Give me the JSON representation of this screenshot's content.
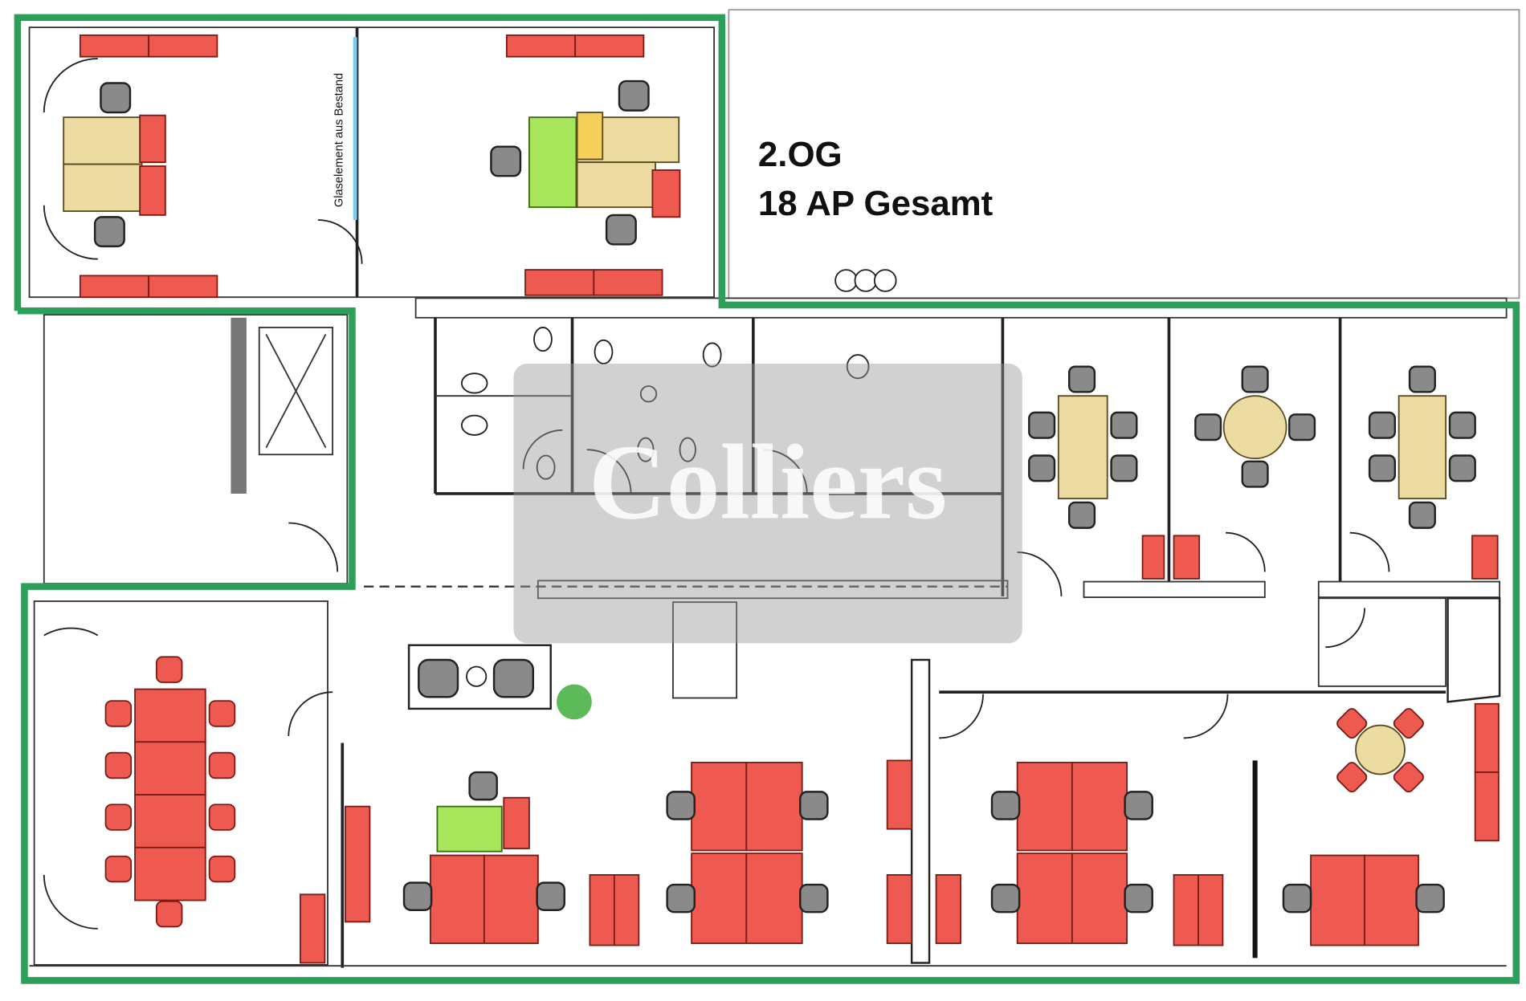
{
  "plan": {
    "floor_label": "2.OG",
    "workplaces_label": "18 AP Gesamt",
    "glass_note": "Glaselement aus Bestand",
    "watermark": "Colliers"
  },
  "colors": {
    "outline": "#2e9e5b",
    "existing_furniture": "#ee5a4f",
    "new_desk": "#ecdca2",
    "new_element": "#a7e65a",
    "chair": "#8a8a8a",
    "glass": "#7cc8f0"
  }
}
